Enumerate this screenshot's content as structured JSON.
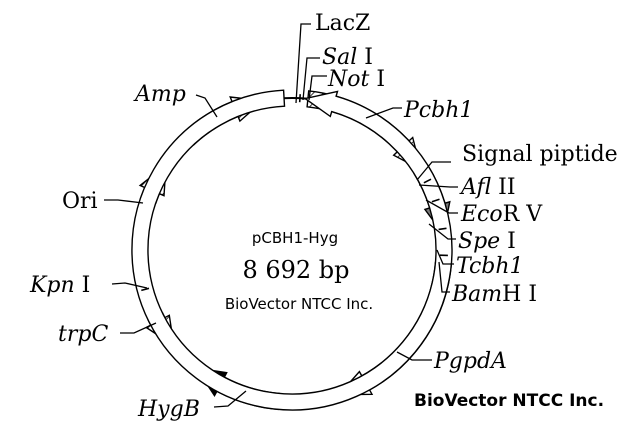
{
  "plasmid": {
    "name": "pCBH1-Hyg",
    "size": "8 692 bp",
    "company_center": "BioVector NTCC Inc.",
    "company_footer": "BioVector NTCC Inc."
  },
  "labels": {
    "lacz": "LacZ",
    "sal": {
      "it": "Sal",
      "rest": " I"
    },
    "not": {
      "it": "Not",
      "rest": " I"
    },
    "pcbh1": "Pcbh1",
    "signal": "Signal piptide",
    "afl": {
      "it": "Afl",
      "rest": " II"
    },
    "eco": {
      "it": "Eco",
      "rest": "R V"
    },
    "spe": {
      "it": "Spe",
      "rest": " I"
    },
    "tcbh1": "Tcbh1",
    "bam": {
      "it": "Bam",
      "rest": "H I"
    },
    "pgpda": "PgpdA",
    "hygb": "HygB",
    "trpc": "trpC",
    "kpn": {
      "it": "Kpn",
      "rest": " I"
    },
    "ori": "Ori",
    "amp": "Amp"
  },
  "colors": {
    "line": "#000000",
    "background": "#ffffff",
    "hygb_fill": "#000000",
    "tcbh1_fill": "#7a7a7a",
    "feature_fill": "#ffffff"
  }
}
